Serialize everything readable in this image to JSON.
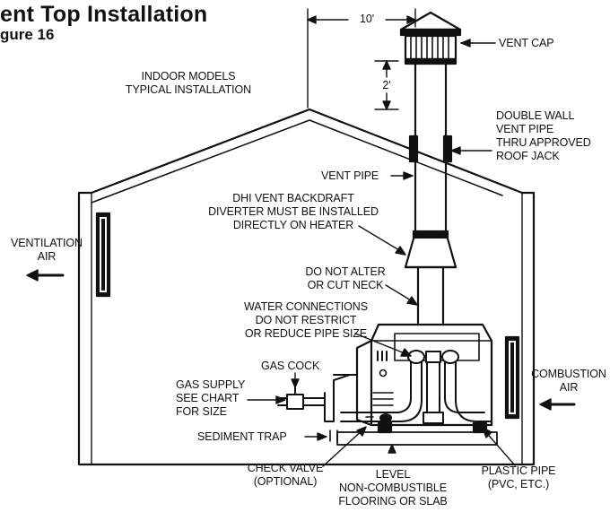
{
  "header": {
    "title": "ent Top Installation",
    "subtitle": "gure 16"
  },
  "labels": {
    "indoor_models": [
      "INDOOR MODELS",
      "TYPICAL INSTALLATION"
    ],
    "dim_10": "10'",
    "dim_2": "2'",
    "vent_cap": "VENT CAP",
    "double_wall": [
      "DOUBLE WALL",
      "VENT PIPE",
      "THRU APPROVED",
      "ROOF JACK"
    ],
    "vent_pipe": "VENT PIPE",
    "dhi": [
      "DHI VENT BACKDRAFT",
      "DIVERTER MUST BE INSTALLED",
      "DIRECTLY ON HEATER"
    ],
    "ventilation": [
      "VENTILATION",
      "AIR"
    ],
    "do_not_alter": [
      "DO NOT ALTER",
      "OR CUT NECK"
    ],
    "water_conn": [
      "WATER CONNECTIONS",
      "DO NOT RESTRICT",
      "OR REDUCE PIPE SIZE"
    ],
    "gas_cock": "GAS COCK",
    "gas_supply": [
      "GAS SUPPLY",
      "SEE CHART",
      "FOR SIZE"
    ],
    "combustion": [
      "COMBUSTION",
      "AIR"
    ],
    "sediment": "SEDIMENT TRAP",
    "check_valve": [
      "CHECK VALVE",
      "(OPTIONAL)"
    ],
    "level": [
      "LEVEL",
      "NON-COMBUSTIBLE",
      "FLOORING OR SLAB"
    ],
    "plastic": [
      "PLASTIC PIPE",
      "(PVC, ETC.)"
    ]
  }
}
